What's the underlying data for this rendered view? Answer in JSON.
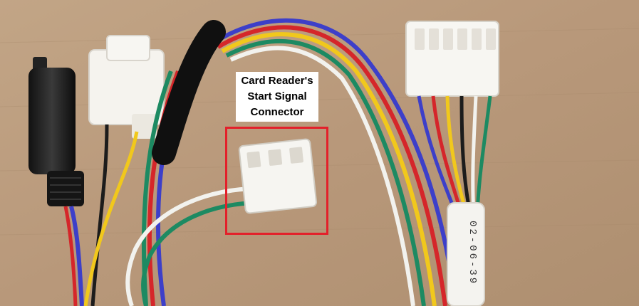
{
  "annotation": {
    "lines": [
      "Card Reader's",
      "Start Signal",
      "Connector"
    ],
    "highlight_color": "#e3202a"
  },
  "sleeve_marking": "02-06-39",
  "wire_colors": {
    "blue": "#3d3fc9",
    "red": "#d5262a",
    "yellow": "#f1c81c",
    "black": "#1c1c1c",
    "white": "#f2f2ee",
    "green": "#1d8a62"
  },
  "background": "cardboard"
}
